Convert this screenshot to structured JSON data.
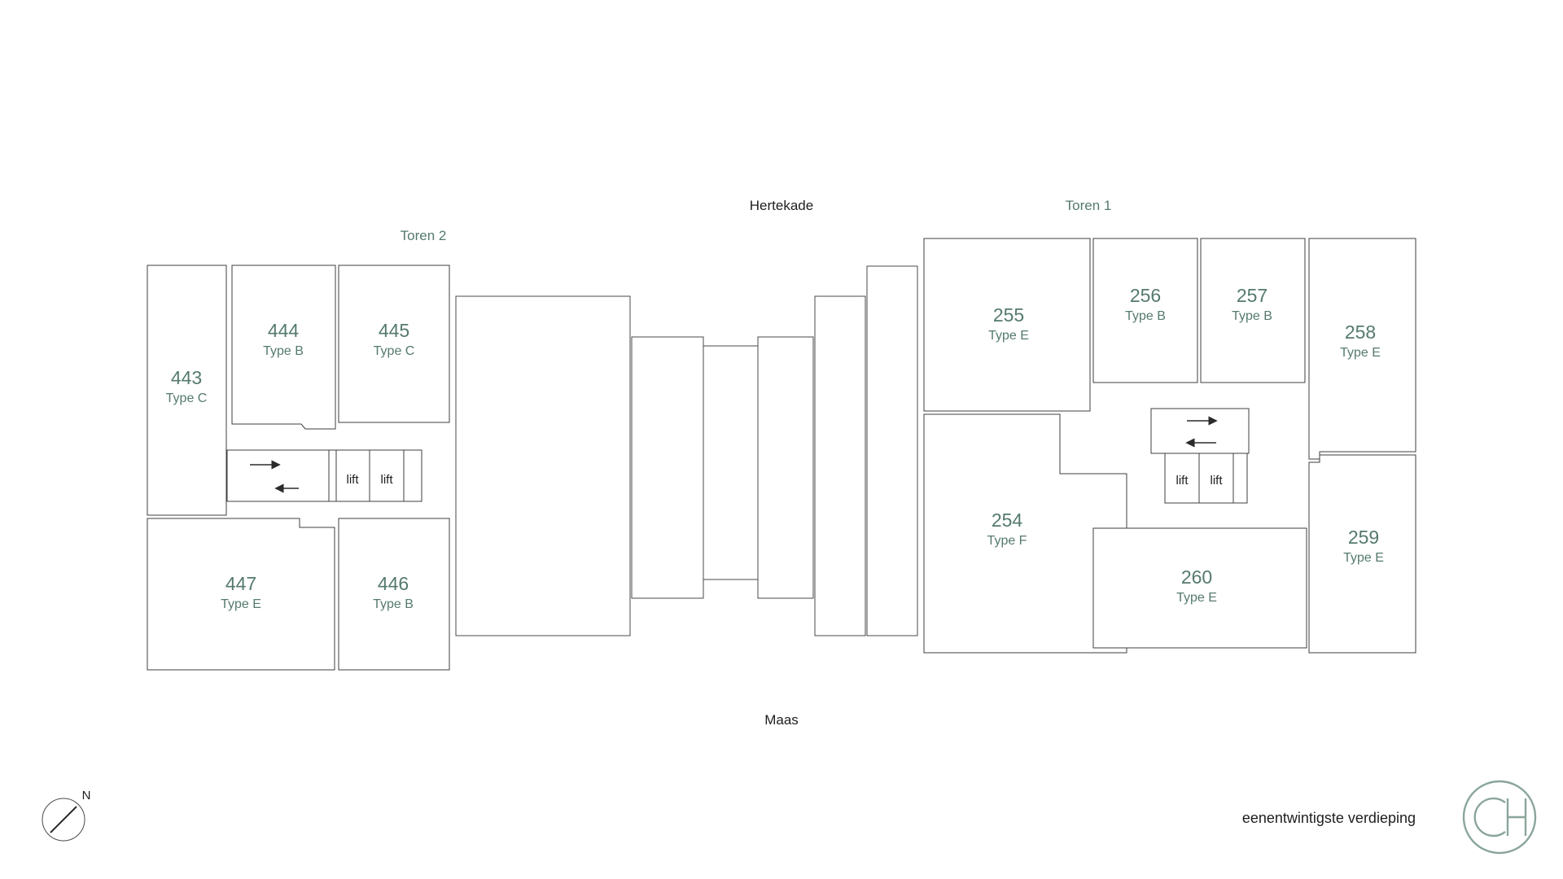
{
  "streets": {
    "top": "Hertekade",
    "bottom": "Maas"
  },
  "towers": {
    "toren2": "Toren 2",
    "toren1": "Toren 1"
  },
  "floor_label": "eenentwintigste verdieping",
  "compass_label": "N",
  "lift_label": "lift",
  "logo": {
    "monogram": "CH"
  },
  "colors": {
    "accent_green": "#557a6e",
    "logo_green": "#8aa69a",
    "line": "#3f3f3f",
    "text_dark": "#1e1e1e"
  },
  "apartments": {
    "a443": {
      "number": "443",
      "type": "Type C"
    },
    "a444": {
      "number": "444",
      "type": "Type B"
    },
    "a445": {
      "number": "445",
      "type": "Type C"
    },
    "a446": {
      "number": "446",
      "type": "Type B"
    },
    "a447": {
      "number": "447",
      "type": "Type E"
    },
    "a254": {
      "number": "254",
      "type": "Type F"
    },
    "a255": {
      "number": "255",
      "type": "Type E"
    },
    "a256": {
      "number": "256",
      "type": "Type B"
    },
    "a257": {
      "number": "257",
      "type": "Type B"
    },
    "a258": {
      "number": "258",
      "type": "Type E"
    },
    "a259": {
      "number": "259",
      "type": "Type E"
    },
    "a260": {
      "number": "260",
      "type": "Type E"
    }
  }
}
